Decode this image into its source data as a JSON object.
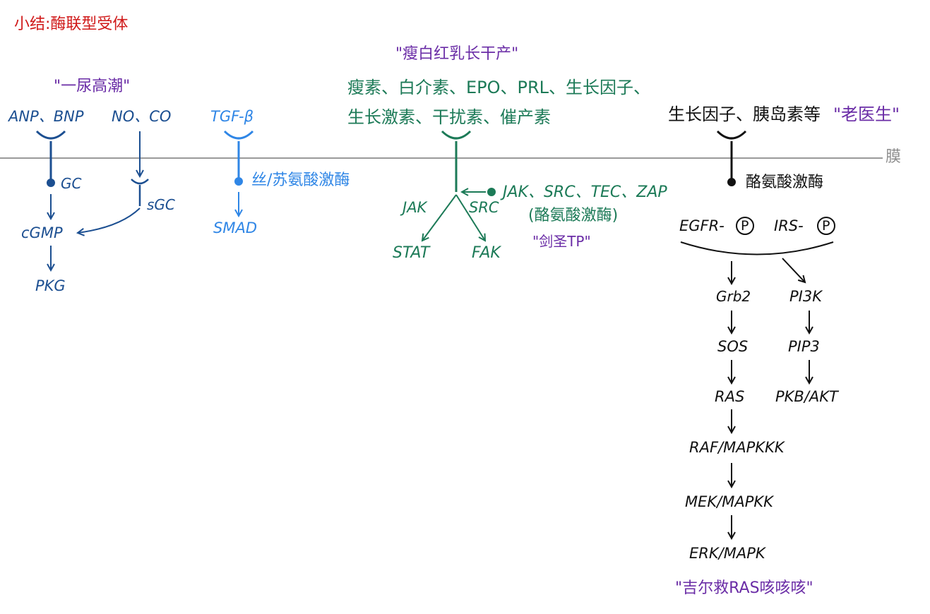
{
  "title": "小结:酶联型受体",
  "membrane_label": "膜",
  "natriuretic": {
    "mnemonic": "\"一尿高潮\"",
    "ligand1": "ANP、BNP",
    "ligand2": "NO、CO",
    "gc": "GC",
    "sgc": "sGC",
    "cgmp": "cGMP",
    "pkg": "PKG"
  },
  "tgf": {
    "ligand": "TGF-β",
    "enzyme": "丝/苏氨酸激酶",
    "smad": "SMAD"
  },
  "cytokine": {
    "mnemonic": "\"瘦白红乳长干产\"",
    "ligands_line1": "瘦素、白介素、EPO、PRL、生长因子、",
    "ligands_line2": "生长激素、干扰素、催产素",
    "jak": "JAK",
    "src": "SRC",
    "kinases": "JAK、SRC、TEC、ZAP",
    "kinase_note": "(酪氨酸激酶)",
    "kinase_mnemonic": "\"剑圣TP\"",
    "stat": "STAT",
    "fak": "FAK"
  },
  "rtk": {
    "ligands": "生长因子、胰岛素等",
    "mnemonic": "\"老医生\"",
    "enzyme": "酪氨酸激酶",
    "egfr": "EGFR-",
    "irs": "IRS-",
    "p_symbol": "P",
    "grb2": "Grb2",
    "sos": "SOS",
    "ras": "RAS",
    "raf": "RAF/MAPKKK",
    "mek": "MEK/MAPKK",
    "erk": "ERK/MAPK",
    "pi3k": "PI3K",
    "pip3": "PIP3",
    "pkb": "PKB/AKT",
    "bottom_mnemonic": "\"吉尔救RAS咳咳咳\""
  },
  "colors": {
    "title": "#d01a1a",
    "mnemonic": "#6a2ca6",
    "natriuretic": "#1c4f91",
    "tgf": "#2f86e6",
    "cytokine": "#1c7a57",
    "rtk": "#111111",
    "membrane": "#9a9a9a"
  }
}
